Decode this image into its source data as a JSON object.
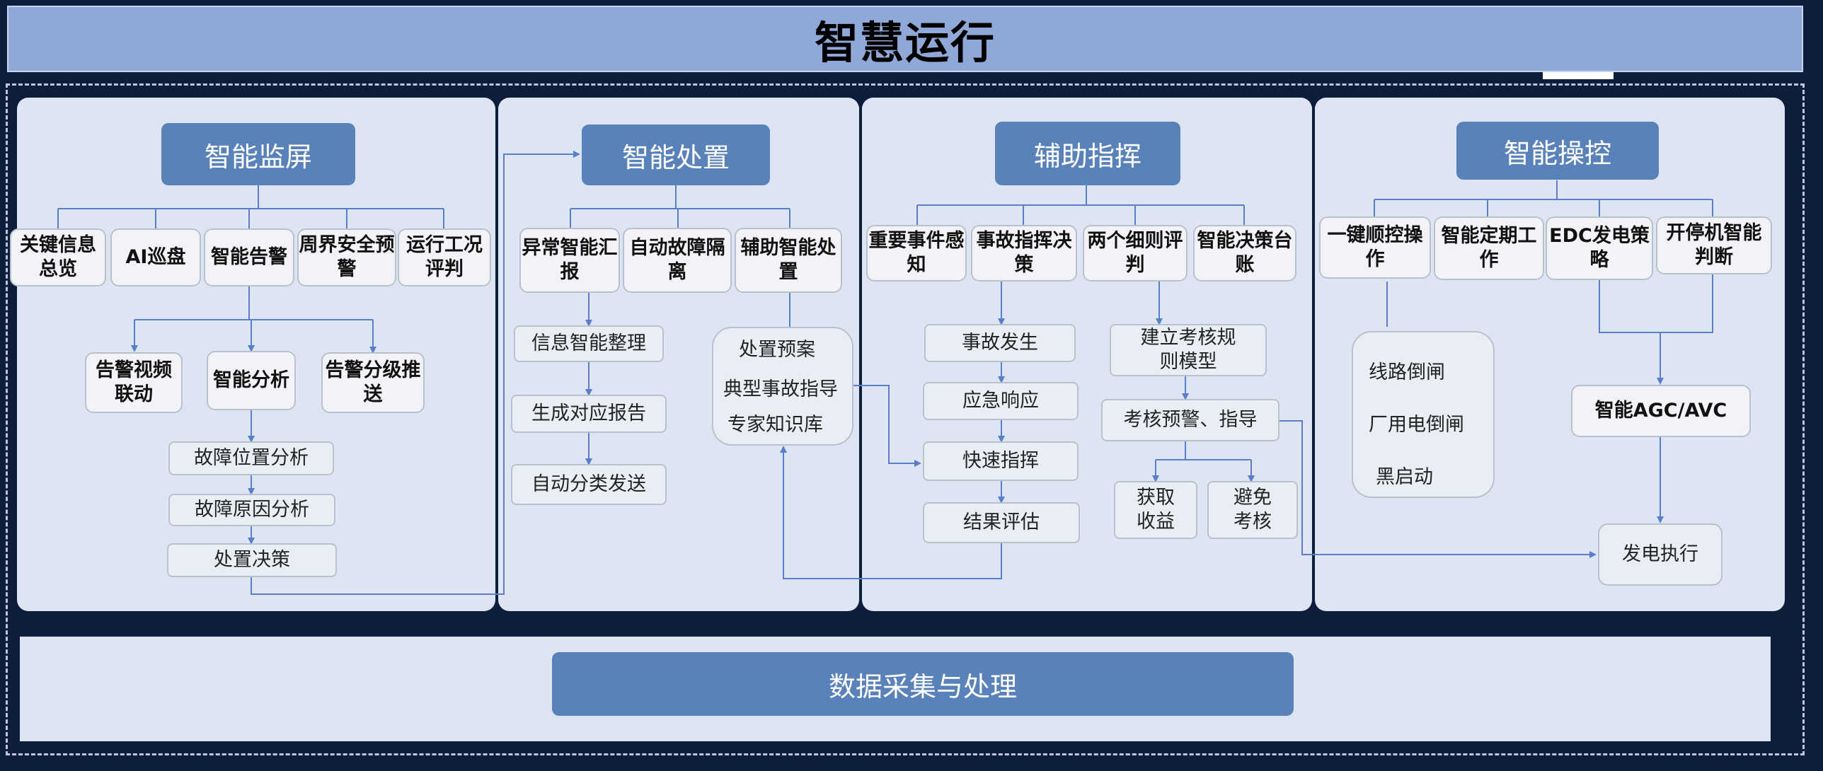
{
  "title": "智慧运行",
  "footer": "数据采集与处理",
  "colors": {
    "header": "#5a82ba",
    "panel": "#dce5f1",
    "line": "#5a7fc6",
    "background": "#0f1d3d"
  },
  "panels": {
    "monitor": {
      "header": "智能监屏",
      "items": [
        "关键信息总览",
        "AI巡盘",
        "智能告警",
        "周界安全预警",
        "运行工况评判"
      ],
      "sub": [
        "告警视频联动",
        "智能分析",
        "告警分级推送"
      ],
      "chain": [
        "故障位置分析",
        "故障原因分析",
        "处置决策"
      ]
    },
    "disposal": {
      "header": "智能处置",
      "items": [
        "异常智能汇报",
        "自动故障隔离",
        "辅助智能处置"
      ],
      "chain": [
        "信息智能整理",
        "生成对应报告",
        "自动分类发送"
      ],
      "list": [
        "处置预案",
        "典型事故指导",
        "专家知识库"
      ]
    },
    "command": {
      "header": "辅助指挥",
      "items": [
        "重要事件感知",
        "事故指挥决策",
        "两个细则评判",
        "智能决策台账"
      ],
      "chain": [
        "事故发生",
        "应急响应",
        "快速指挥",
        "结果评估"
      ],
      "rule": [
        "建立考核规则模型",
        "考核预警、指导"
      ],
      "outcomes": [
        "获取收益",
        "避免考核"
      ]
    },
    "control": {
      "header": "智能操控",
      "items": [
        "一键顺控操作",
        "智能定期工作",
        "EDC发电策略",
        "开停机智能判断"
      ],
      "list": [
        "线路倒闸",
        "厂用电倒闸",
        "黑启动"
      ],
      "agc": "智能AGC/AVC",
      "exec": "发电执行"
    }
  }
}
